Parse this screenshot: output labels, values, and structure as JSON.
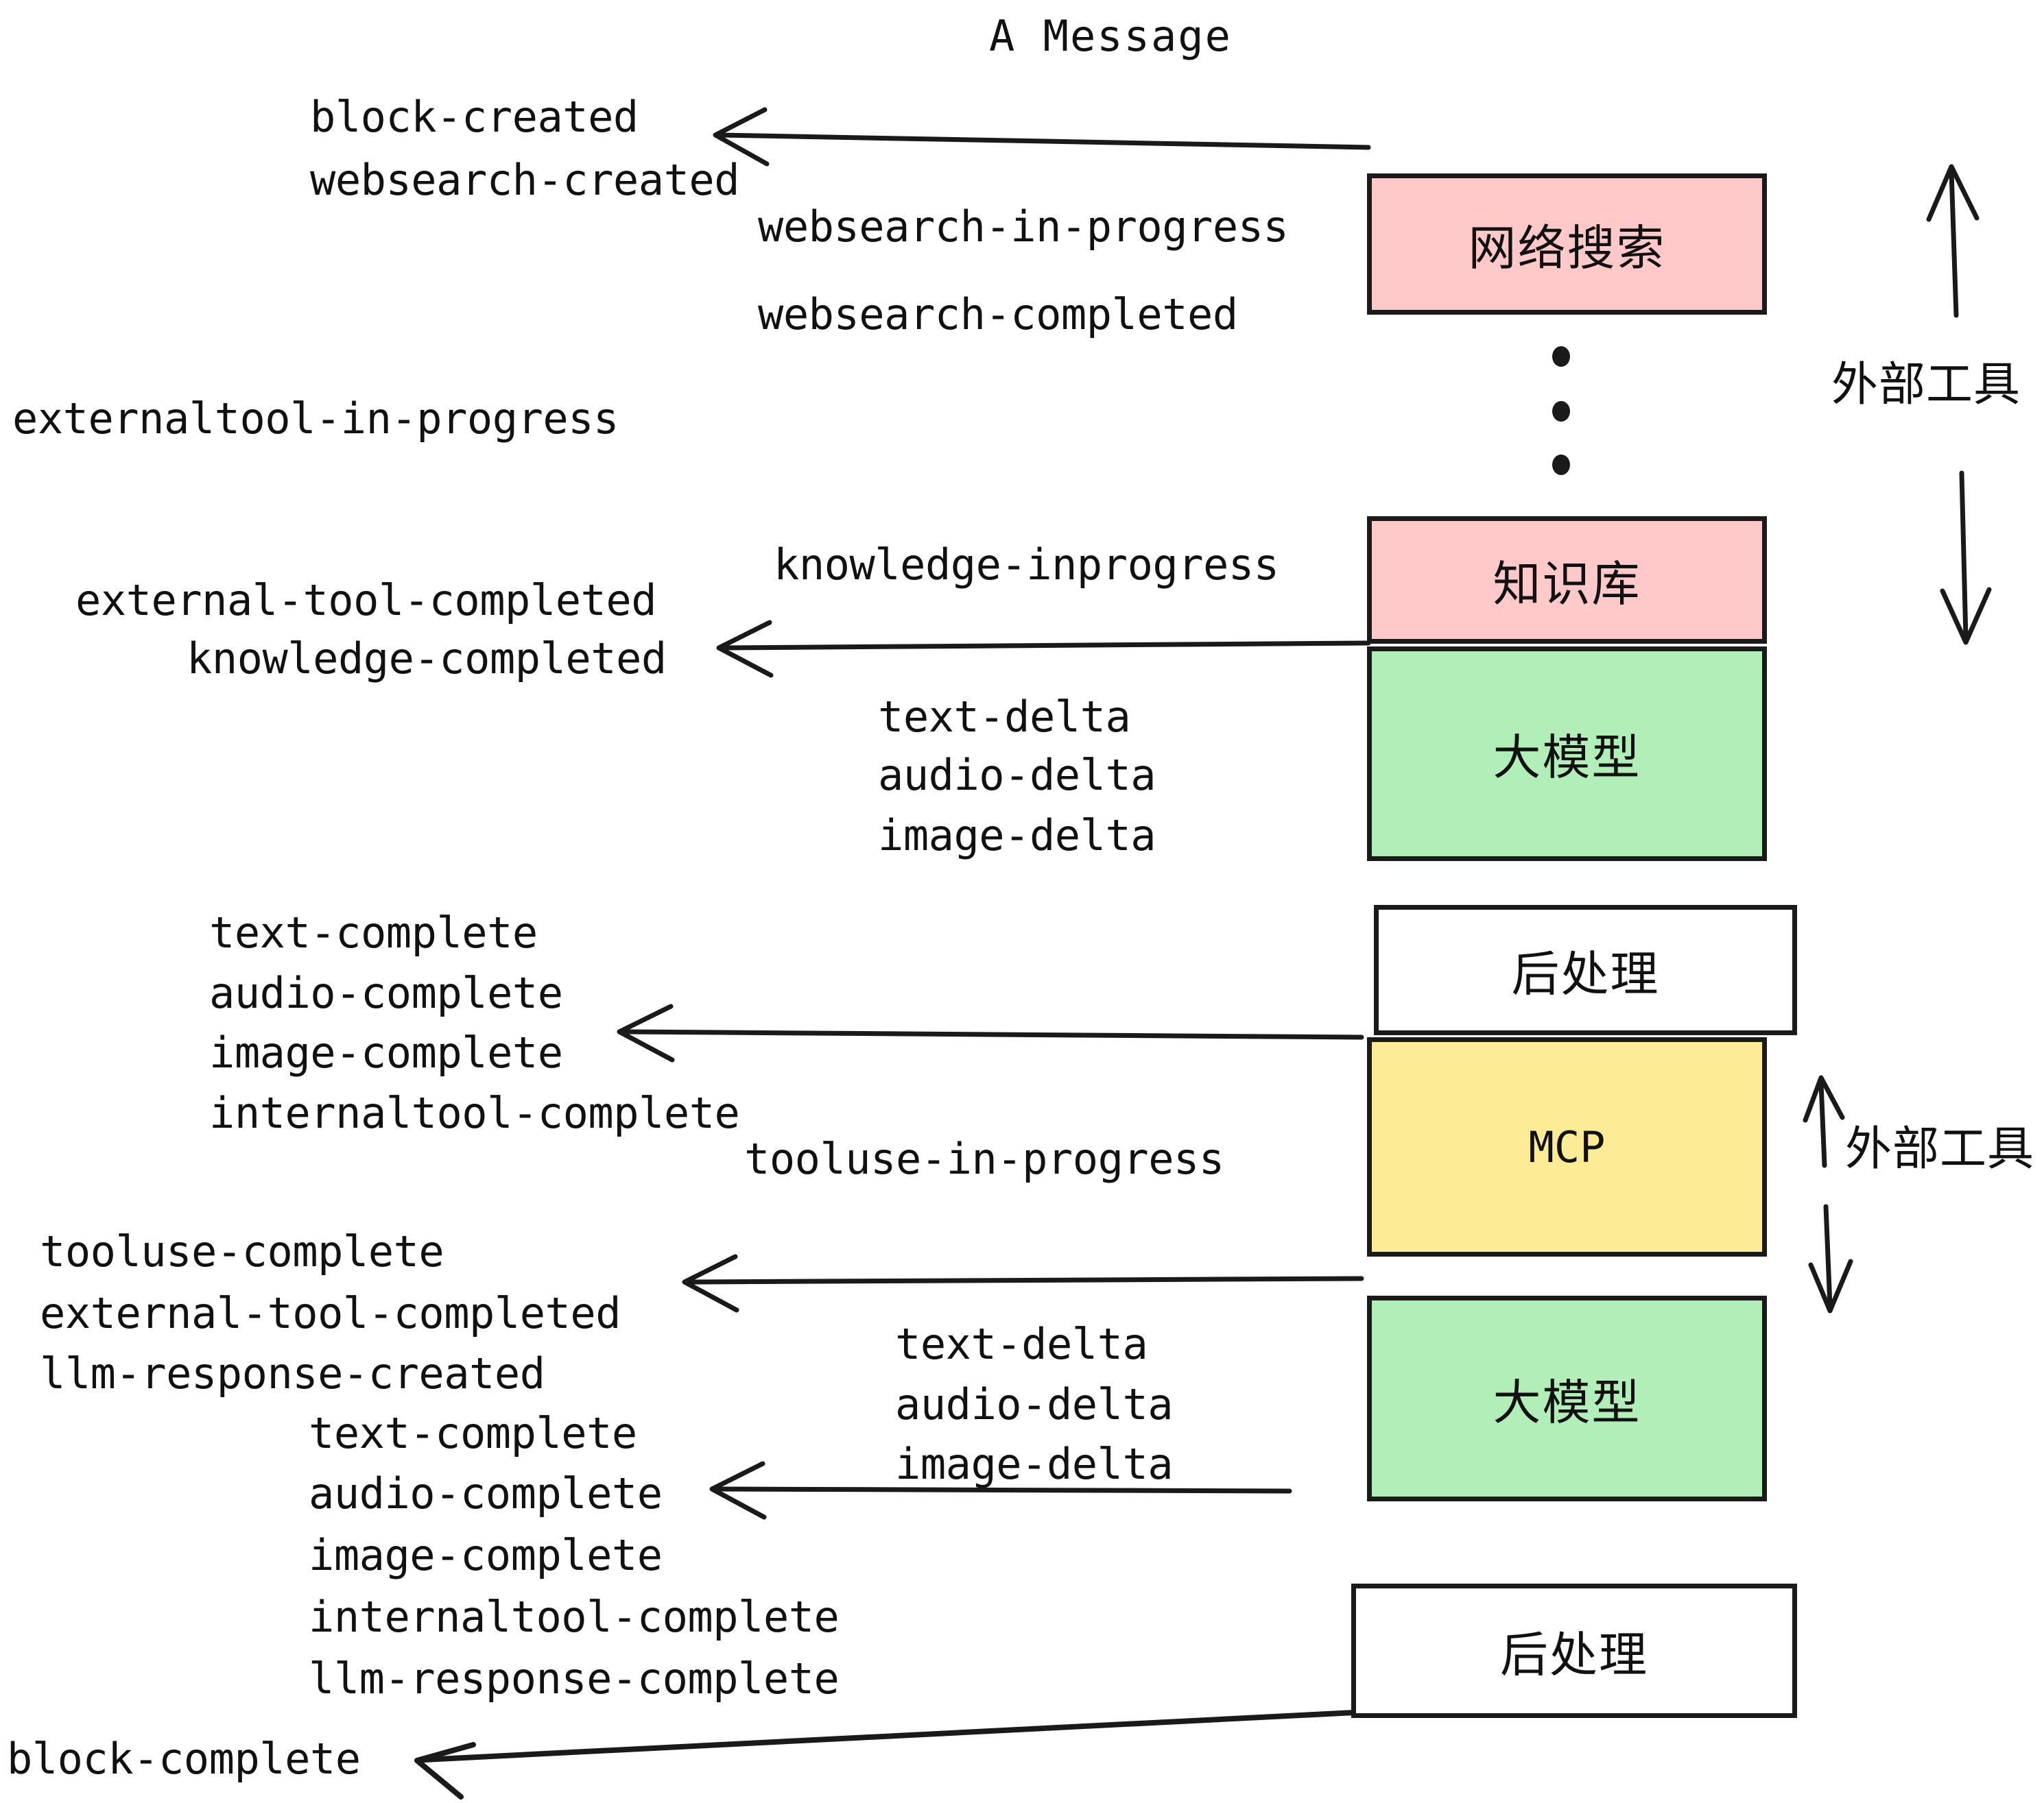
{
  "title": "A Message",
  "colors": {
    "pink": "#FFC9C9",
    "green": "#B2EFB8",
    "yellow": "#FDEB95",
    "white": "#FFFFFF",
    "stroke": "#1A1A1A"
  },
  "boxes": [
    {
      "id": "websearch",
      "label": "网络搜索",
      "fill": "#FFC9C9"
    },
    {
      "id": "knowledge",
      "label": "知识库",
      "fill": "#FFC9C9"
    },
    {
      "id": "llm-top",
      "label": "大模型",
      "fill": "#B2EFB8"
    },
    {
      "id": "post-top",
      "label": "后处理",
      "fill": "#FFFFFF"
    },
    {
      "id": "mcp",
      "label": "MCP",
      "fill": "#FDEB95"
    },
    {
      "id": "llm-bottom",
      "label": "大模型",
      "fill": "#B2EFB8"
    },
    {
      "id": "post-bottom",
      "label": "后处理",
      "fill": "#FFFFFF"
    }
  ],
  "side_labels": [
    {
      "id": "external-tools-top",
      "text": "外部工具"
    },
    {
      "id": "external-tools-bottom",
      "text": "外部工具"
    }
  ],
  "events": {
    "block_created": "block-created",
    "websearch_created": "websearch-created",
    "websearch_in_progress": "websearch-in-progress",
    "websearch_completed": "websearch-completed",
    "externaltool_in_progress": "externaltool-in-progress",
    "knowledge_inprogress": "knowledge-inprogress",
    "external_tool_completed_1": "external-tool-completed",
    "knowledge_completed": "knowledge-completed",
    "text_delta_1": "text-delta",
    "audio_delta_1": "audio-delta",
    "image_delta_1": "image-delta",
    "text_complete_1": "text-complete",
    "audio_complete_1": "audio-complete",
    "image_complete_1": "image-complete",
    "internaltool_complete_1": "internaltool-complete",
    "tooluse_in_progress": "tooluse-in-progress",
    "tooluse_complete": "tooluse-complete",
    "external_tool_completed_2": "external-tool-completed",
    "llm_response_created": "llm-response-created",
    "text_delta_2": "text-delta",
    "audio_delta_2": "audio-delta",
    "image_delta_2": "image-delta",
    "text_complete_2": "text-complete",
    "audio_complete_2": "audio-complete",
    "image_complete_2": "image-complete",
    "internaltool_complete_2": "internaltool-complete",
    "llm_response_complete": "llm-response-complete",
    "block_complete": "block-complete"
  }
}
